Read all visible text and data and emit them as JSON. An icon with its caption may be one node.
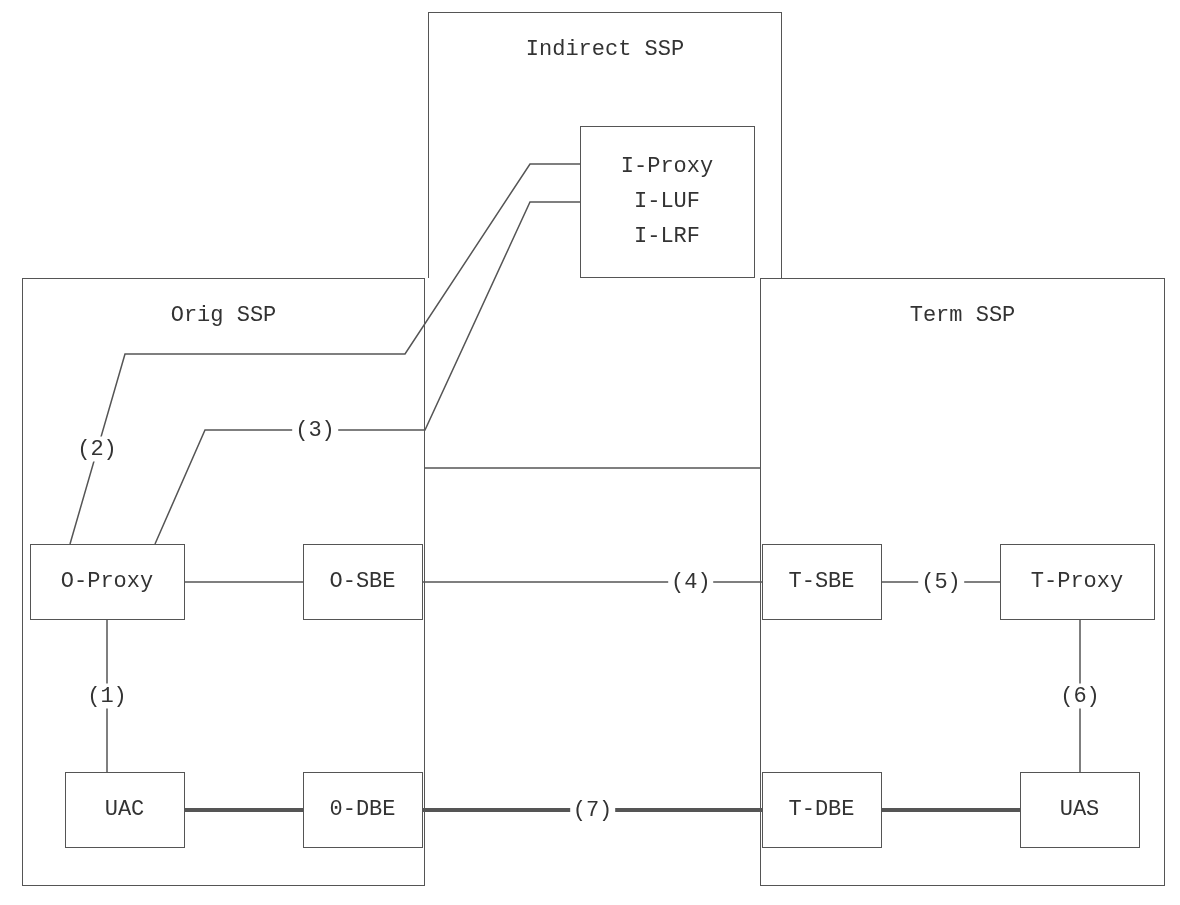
{
  "diagram": {
    "nodes": [
      {
        "text": [
          "Indirect SSP"
        ]
      },
      {
        "text": [
          "I-Proxy",
          "I-LUF",
          "I-LRF"
        ],
        "in": 0
      },
      {
        "text": [
          "Orig SSP"
        ]
      },
      {
        "text": [
          "O-Proxy"
        ],
        "in": 2
      },
      {
        "text": [
          "O-SBE"
        ],
        "in": 2
      },
      {
        "text": [
          "UAC"
        ],
        "in": 2
      },
      {
        "text": [
          "0-DBE"
        ],
        "in": 2
      },
      {
        "text": [
          "Term SSP"
        ]
      },
      {
        "text": [
          "T-SBE"
        ],
        "in": 7
      },
      {
        "text": [
          "T-Proxy"
        ],
        "in": 7
      },
      {
        "text": [
          "T-DBE"
        ],
        "in": 7
      },
      {
        "text": [
          "UAS"
        ],
        "in": 7
      }
    ],
    "edges": [
      {
        "from": 3,
        "to": 1,
        "arrow": "none",
        "label": "(2)"
      },
      {
        "from": 3,
        "to": 1,
        "arrow": "none",
        "label": "(3)"
      },
      {
        "from": 3,
        "to": 5,
        "arrow": "none",
        "label": "(1)"
      },
      {
        "from": 3,
        "to": 4,
        "arrow": "none"
      },
      {
        "from": 4,
        "to": 8,
        "arrow": "none",
        "label": "(4)"
      },
      {
        "from": 8,
        "to": 9,
        "arrow": "none",
        "label": "(5)"
      },
      {
        "from": 9,
        "to": 11,
        "arrow": "none",
        "label": "(6)"
      },
      {
        "from": 5,
        "to": 6,
        "arrow": "none",
        "style": "thick"
      },
      {
        "from": 6,
        "to": 10,
        "arrow": "none",
        "label": "(7)",
        "style": "thick"
      },
      {
        "from": 10,
        "to": 11,
        "arrow": "none",
        "style": "thick"
      }
    ]
  }
}
